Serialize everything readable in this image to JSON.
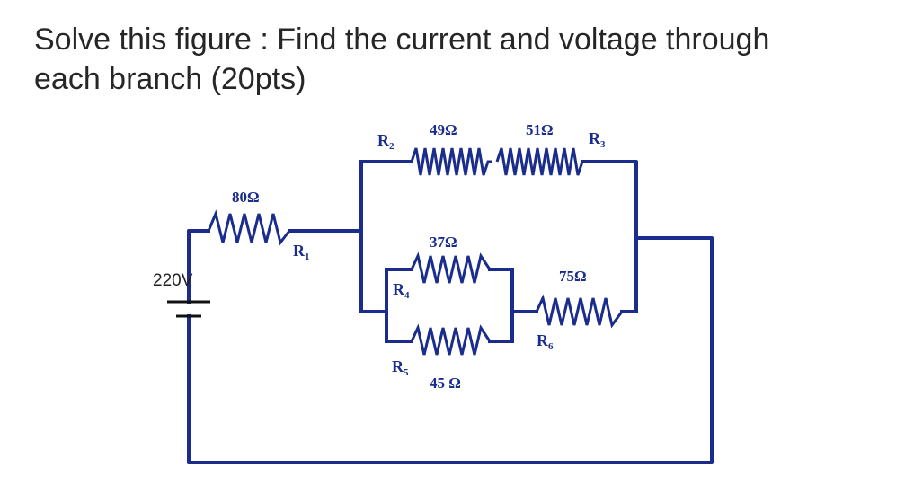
{
  "question": {
    "line1": "Solve this figure : Find the current and voltage through",
    "line2": "each branch (20pts)"
  },
  "circuit": {
    "wire_color": "#1a2c8c",
    "source": {
      "label": "220V"
    },
    "resistors": [
      {
        "id": "r1",
        "name": "R",
        "sub": "1",
        "value": "80Ω"
      },
      {
        "id": "r2",
        "name": "R",
        "sub": "2",
        "value": "49Ω"
      },
      {
        "id": "r3",
        "name": "R",
        "sub": "3",
        "value": "51Ω"
      },
      {
        "id": "r4",
        "name": "R",
        "sub": "4",
        "value": "37Ω"
      },
      {
        "id": "r5",
        "name": "R",
        "sub": "5",
        "value": "45 Ω"
      },
      {
        "id": "r6",
        "name": "R",
        "sub": "6",
        "value": "75Ω"
      }
    ]
  }
}
